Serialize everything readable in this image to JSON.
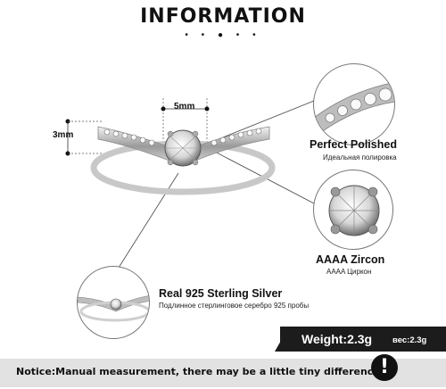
{
  "header": {
    "title": "INFORMATION",
    "dots": "• • ● • •"
  },
  "dimensions": {
    "width_label": "5mm",
    "height_label": "3mm"
  },
  "features": {
    "polish": {
      "title": "Perfect  Polished",
      "subtitle": "Идеальная полировка"
    },
    "zircon": {
      "title": "AAAA  Zircon",
      "subtitle": "AAAA Циркон"
    },
    "silver": {
      "title": "Real 925  Sterling  Silver",
      "subtitle": "Подлинное стерлинговое серебро 925 пробы"
    }
  },
  "weight": {
    "label": "Weight:2.3g",
    "label_ru": "вес:2.3g"
  },
  "notice": {
    "text": "Notice:Manual measurement, there may be a little tiny difference.",
    "icon_glyph": "!"
  },
  "colors": {
    "bar_dark": "#1c1c1c",
    "notice_bg": "#e2e2e2"
  }
}
